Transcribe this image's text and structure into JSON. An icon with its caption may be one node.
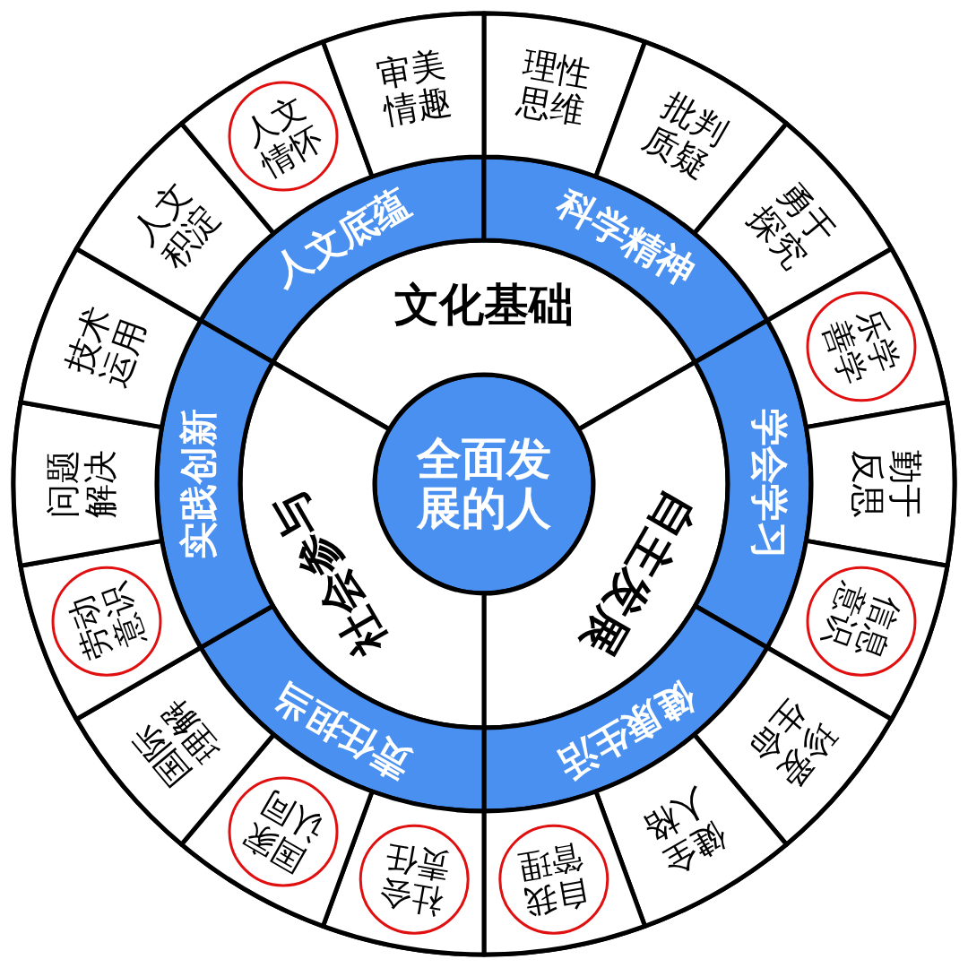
{
  "diagram": {
    "nodes": [
      {
        "text": [
          "全面发展的人"
        ]
      },
      {
        "text": [
          "文化基础"
        ]
      },
      {
        "text": [
          "自主发展"
        ]
      },
      {
        "text": [
          "社会参与"
        ]
      },
      {
        "text": [
          "人文底蕴"
        ]
      },
      {
        "text": [
          "科学精神"
        ]
      },
      {
        "text": [
          "学会学习"
        ]
      },
      {
        "text": [
          "健康生活"
        ]
      },
      {
        "text": [
          "责任担当"
        ]
      },
      {
        "text": [
          "实践创新"
        ]
      },
      {
        "text": [
          "理性思维"
        ]
      },
      {
        "text": [
          "批判质疑"
        ]
      },
      {
        "text": [
          "勇于探究"
        ]
      },
      {
        "text": [],
        "shape": "sector"
      },
      {
        "text": [
          "乐学善学"
        ],
        "in": 13
      },
      {
        "text": [
          "勤于反思"
        ]
      },
      {
        "text": [],
        "shape": "sector"
      },
      {
        "text": [
          "信息意识"
        ],
        "in": 16
      },
      {
        "text": [
          "珍爱生命"
        ]
      },
      {
        "text": [
          "健全人格"
        ]
      },
      {
        "text": [],
        "shape": "sector"
      },
      {
        "text": [
          "自我管理"
        ],
        "in": 20
      },
      {
        "text": [],
        "shape": "sector"
      },
      {
        "text": [
          "社会责任"
        ],
        "in": 22
      },
      {
        "text": [],
        "shape": "sector"
      },
      {
        "text": [
          "国家认同"
        ],
        "in": 24
      },
      {
        "text": [
          "国际理解"
        ]
      },
      {
        "text": [],
        "shape": "sector"
      },
      {
        "text": [
          "劳动意识"
        ],
        "in": 27
      },
      {
        "text": [
          "问题解决"
        ]
      },
      {
        "text": [
          "技术运用"
        ]
      },
      {
        "text": [
          "人文积淀"
        ]
      },
      {
        "text": [],
        "shape": "sector"
      },
      {
        "text": [
          "人文情怀"
        ],
        "in": 32
      },
      {
        "text": [
          "审美情趣"
        ]
      }
    ]
  }
}
